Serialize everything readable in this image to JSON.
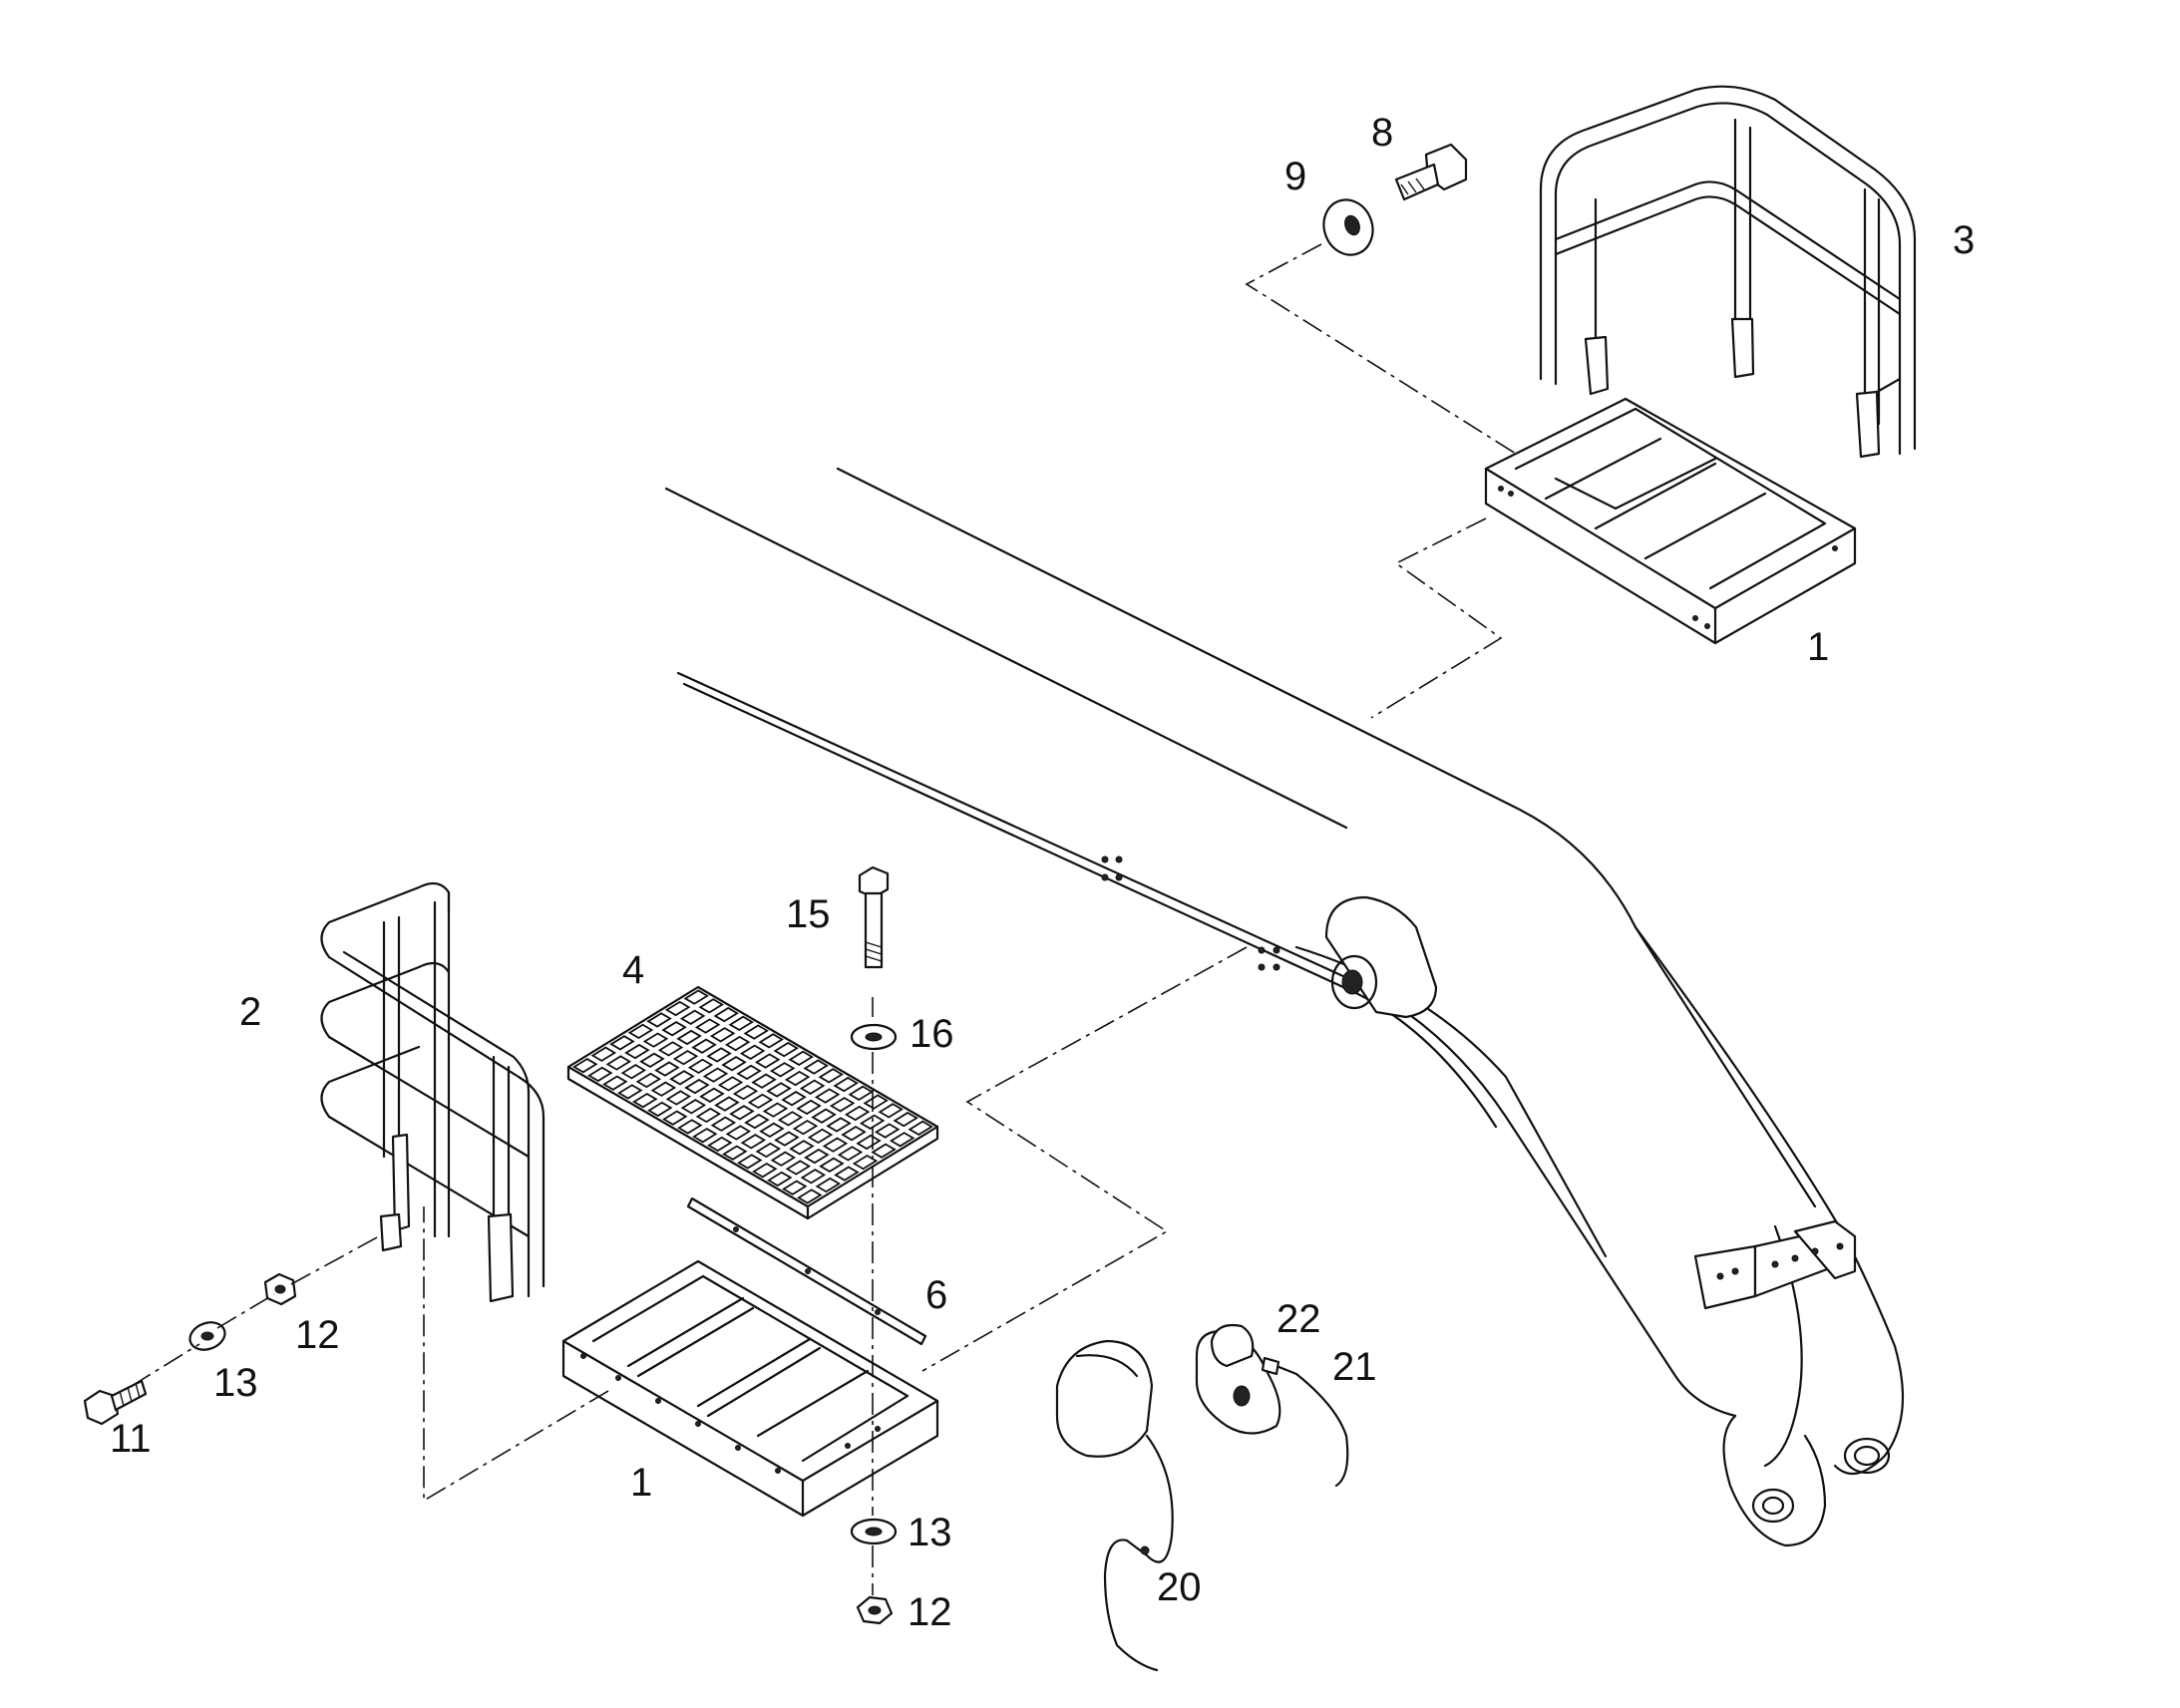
{
  "diagram": {
    "callouts": {
      "c1_top": "1",
      "c1_bottom": "1",
      "c2": "2",
      "c3": "3",
      "c4": "4",
      "c6": "6",
      "c8": "8",
      "c9": "9",
      "c11": "11",
      "c12_left": "12",
      "c12_bottom": "12",
      "c13_left": "13",
      "c13_bottom": "13",
      "c15": "15",
      "c16": "16",
      "c20": "20",
      "c21": "21",
      "c22": "22"
    }
  }
}
